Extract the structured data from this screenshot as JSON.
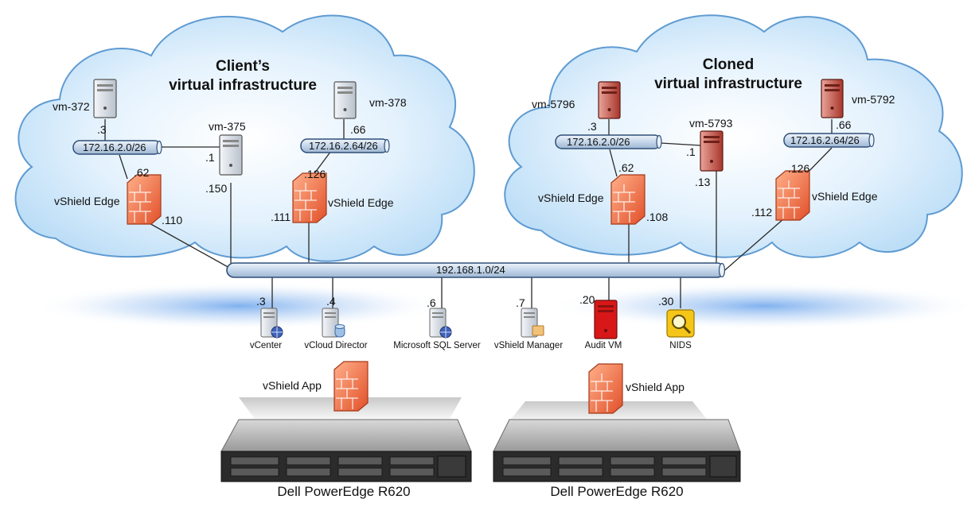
{
  "clouds": {
    "client": {
      "title_line1": "Client’s",
      "title_line2": "virtual infrastructure"
    },
    "cloned": {
      "title_line1": "Cloned",
      "title_line2": "virtual infrastructure"
    }
  },
  "networks": {
    "client_net1": "172.16.2.0/26",
    "client_net2": "172.16.2.64/26",
    "cloned_net1": "172.16.2.0/26",
    "cloned_net2": "172.16.2.64/26",
    "backbone": "192.168.1.0/24"
  },
  "vms": {
    "vm372": {
      "name": "vm-372",
      "ip": ".3"
    },
    "vm375": {
      "name": "vm-375",
      "ip_internal": ".1",
      "ip_backbone": ".150"
    },
    "vm378": {
      "name": "vm-378",
      "ip": ".66"
    },
    "vm5796": {
      "name": "vm-5796",
      "ip": ".3"
    },
    "vm5793": {
      "name": "vm-5793",
      "ip_internal": ".1",
      "ip_backbone": ".13"
    },
    "vm5792": {
      "name": "vm-5792",
      "ip": ".66"
    }
  },
  "edges": {
    "client_edge1": {
      "label": "vShield Edge",
      "ip_in": ".62",
      "ip_out": ".110"
    },
    "client_edge2": {
      "label": "vShield Edge",
      "ip_in": ".126",
      "ip_out": ".111"
    },
    "cloned_edge1": {
      "label": "vShield Edge",
      "ip_in": ".62",
      "ip_out": ".108"
    },
    "cloned_edge2": {
      "label": "vShield Edge",
      "ip_in": ".126",
      "ip_out": ".112"
    }
  },
  "services": [
    {
      "name": "vCenter",
      "ip": ".3",
      "icon": "server-globe-icon"
    },
    {
      "name": "vCloud Director",
      "ip": ".4",
      "icon": "server-database-icon"
    },
    {
      "name": "Microsoft SQL Server",
      "ip": ".6",
      "icon": "server-globe-icon"
    },
    {
      "name": "vShield Manager",
      "ip": ".7",
      "icon": "server-folder-icon"
    },
    {
      "name": "Audit VM",
      "ip": ".20",
      "icon": "red-server-icon"
    },
    {
      "name": "NIDS",
      "ip": ".30",
      "icon": "magnifier-icon"
    }
  ],
  "hosts": {
    "left": {
      "app_label": "vShield App",
      "server_label": "Dell PowerEdge R620"
    },
    "right": {
      "app_label": "vShield App",
      "server_label": "Dell PowerEdge R620"
    }
  },
  "colors": {
    "cloud_fill": "#cfe8fb",
    "cloud_stroke": "#6aa6d8",
    "bus_fill": "#c9d9ea",
    "bus_stroke": "#2f4f78",
    "firewall": "#f2693a",
    "server_grey": "#d9dee6",
    "server_red": "#c0392b",
    "audit_red": "#d81818",
    "nids_yellow": "#f5c518",
    "glow_blue": "#7fb3ef"
  }
}
